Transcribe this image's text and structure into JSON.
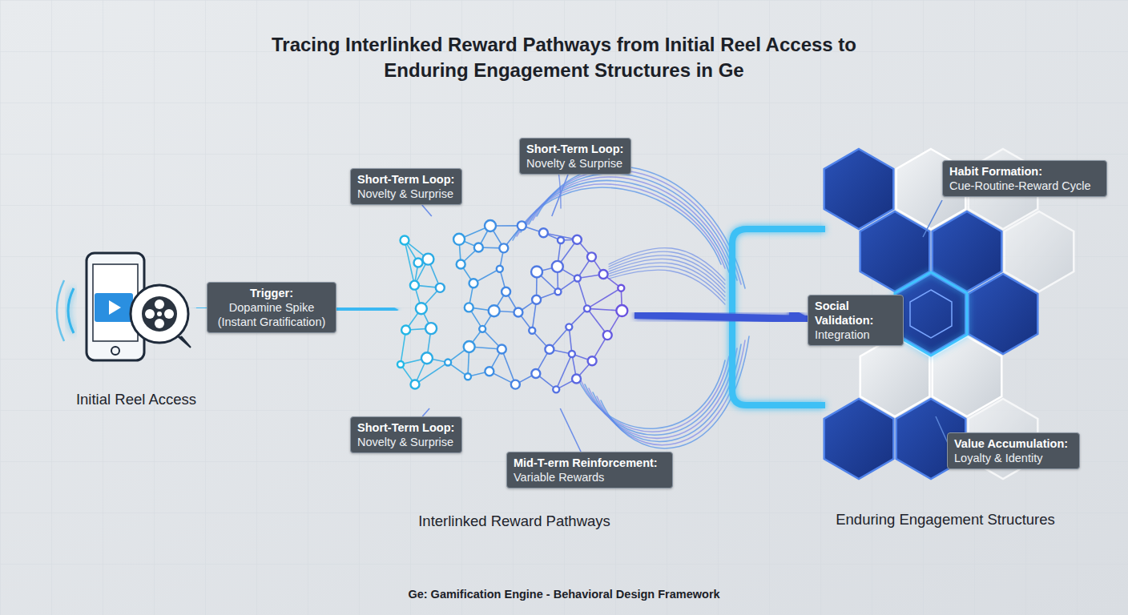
{
  "diagram": {
    "title": "Tracing Interlinked Reward Pathways from Initial Reel Access to Enduring Engagement Structures in Ge",
    "caption": "Ge: Gamification Engine - Behavioral Design Framework",
    "nodes": [
      {
        "text": [
          "Initial Reel Access"
        ]
      },
      {
        "text": [
          "Trigger:",
          "Dopamine Spike (Instant Gratification)"
        ]
      },
      {
        "text": [
          "Interlinked Reward Pathways"
        ]
      },
      {
        "text": [
          "Short-Term Loop:",
          "Novelty & Surprise"
        ]
      },
      {
        "text": [
          "Short-Term Loop:",
          "Novelty & Surprise"
        ]
      },
      {
        "text": [
          "Short-Term Loop:",
          "Novelty & Surprise"
        ]
      },
      {
        "text": [
          "Mid-T-erm Reinforcement:",
          "Variable Rewards"
        ]
      },
      {
        "text": [
          "Enduring Engagement Structures"
        ]
      },
      {
        "text": [
          "Habit Formation:",
          "Cue-Routine-Reward Cycle"
        ]
      },
      {
        "text": [
          "Social Validation:",
          "Integration"
        ]
      },
      {
        "text": [
          "Value Accumulation:",
          "Loyalty & Identity"
        ]
      }
    ],
    "edges": [
      {
        "from": 0,
        "to": 1,
        "arrow": "none"
      },
      {
        "from": 1,
        "to": 2,
        "arrow": "to"
      },
      {
        "from": 3,
        "to": 2,
        "arrow": "none"
      },
      {
        "from": 4,
        "to": 2,
        "arrow": "none"
      },
      {
        "from": 5,
        "to": 2,
        "arrow": "none"
      },
      {
        "from": 6,
        "to": 2,
        "arrow": "none"
      },
      {
        "from": 2,
        "to": 9,
        "arrow": "to"
      }
    ]
  }
}
